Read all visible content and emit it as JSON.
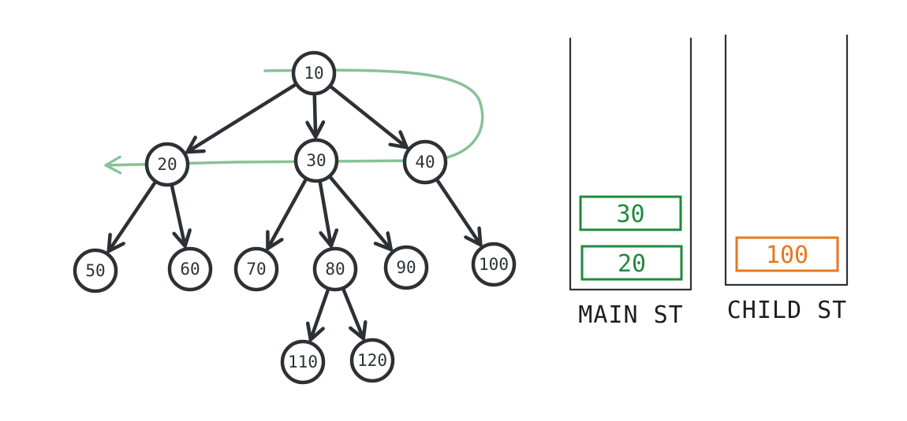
{
  "colors": {
    "ink": "#2d3136",
    "traversal": "#7dbb8a",
    "main_item": "#1f8a3e",
    "child_item": "#e8771e"
  },
  "tree": {
    "nodes": [
      {
        "id": "10",
        "label": "10"
      },
      {
        "id": "20",
        "label": "20"
      },
      {
        "id": "30",
        "label": "30"
      },
      {
        "id": "40",
        "label": "40"
      },
      {
        "id": "50",
        "label": "50"
      },
      {
        "id": "60",
        "label": "60"
      },
      {
        "id": "70",
        "label": "70"
      },
      {
        "id": "80",
        "label": "80"
      },
      {
        "id": "90",
        "label": "90"
      },
      {
        "id": "100",
        "label": "100"
      },
      {
        "id": "110",
        "label": "110"
      },
      {
        "id": "120",
        "label": "120"
      }
    ],
    "edges": [
      {
        "from": "10",
        "to": "20"
      },
      {
        "from": "10",
        "to": "30"
      },
      {
        "from": "10",
        "to": "40"
      },
      {
        "from": "20",
        "to": "50"
      },
      {
        "from": "20",
        "to": "60"
      },
      {
        "from": "30",
        "to": "70"
      },
      {
        "from": "30",
        "to": "80"
      },
      {
        "from": "30",
        "to": "90"
      },
      {
        "from": "40",
        "to": "100"
      },
      {
        "from": "80",
        "to": "110"
      },
      {
        "from": "80",
        "to": "120"
      }
    ]
  },
  "stacks": {
    "main": {
      "label": "MAIN ST",
      "items_top_to_bottom": [
        "30",
        "20"
      ]
    },
    "child": {
      "label": "CHILD ST",
      "items_top_to_bottom": [
        "100"
      ]
    }
  }
}
